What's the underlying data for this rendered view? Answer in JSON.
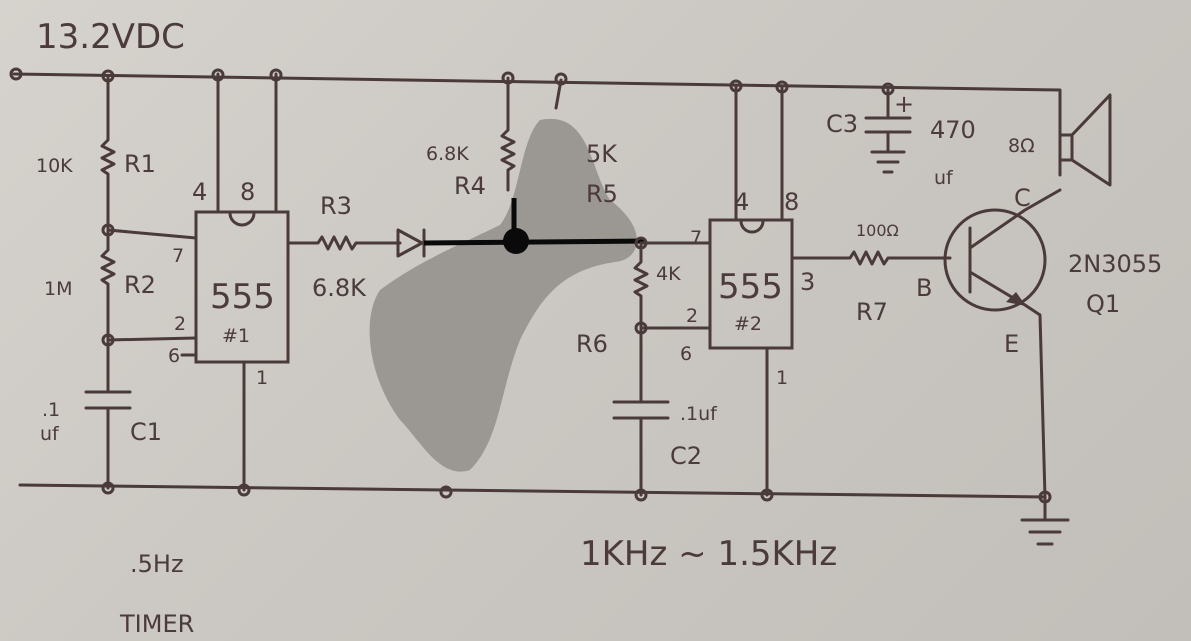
{
  "diagram": {
    "supply_label": "13.2VDC",
    "r1": {
      "value": "10K",
      "name": "R1"
    },
    "r2": {
      "value": "1M",
      "name": "R2"
    },
    "c1": {
      "value_top": ".1",
      "value_bottom": "uf",
      "name": "C1"
    },
    "ic1": {
      "part": "555",
      "id": "#1",
      "pin4": "4",
      "pin8": "8",
      "pin7": "7",
      "pin2": "2",
      "pin6": "6",
      "pin1": "1"
    },
    "r3": {
      "name": "R3",
      "value": "6.8K"
    },
    "r4": {
      "value": "6.8K",
      "name": "R4"
    },
    "r5": {
      "value": "5K",
      "name": "R5"
    },
    "r6": {
      "value": "4K",
      "name": "R6"
    },
    "c2": {
      "value": ".1uf",
      "name": "C2"
    },
    "ic2": {
      "part": "555",
      "id": "#2",
      "pin4": "4",
      "pin8": "8",
      "pin7": "7",
      "pin2": "2",
      "pin6": "6",
      "pin3": "3",
      "pin1": "1"
    },
    "c3": {
      "name": "C3",
      "plus": "+",
      "value_top": "470",
      "value_bottom": "uf"
    },
    "r7": {
      "value": "100Ω",
      "name": "R7"
    },
    "q1": {
      "part": "2N3055",
      "name": "Q1",
      "base": "B",
      "collector": "C",
      "emitter": "E"
    },
    "speaker": {
      "value": "8Ω"
    },
    "timer_freq": ".5Hz",
    "timer_label": "TIMER",
    "tone_freq": "1KHz ~ 1.5KHz"
  }
}
